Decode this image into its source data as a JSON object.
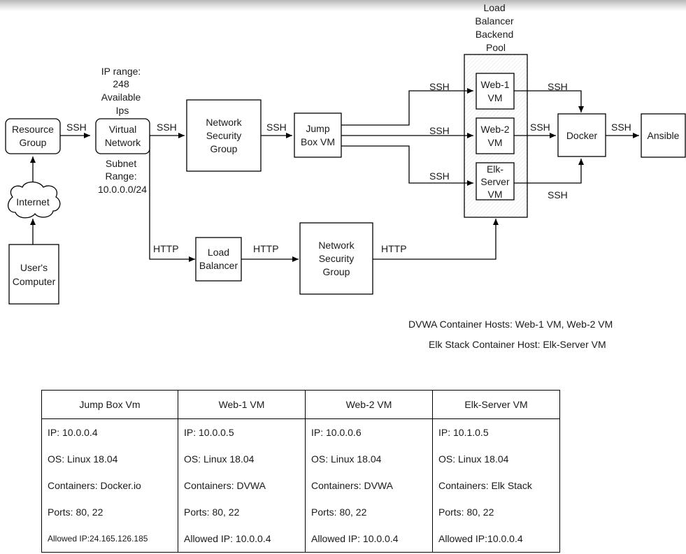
{
  "nodes": {
    "resource_group": [
      "Resource",
      "Group"
    ],
    "virtual_network": [
      "Virtual",
      "Network"
    ],
    "nsg_top": [
      "Network",
      "Security",
      "Group"
    ],
    "jump_box": [
      "Jump",
      "Box VM"
    ],
    "web1": [
      "Web-1",
      "VM"
    ],
    "web2": [
      "Web-2",
      "VM"
    ],
    "elk": [
      "Elk-",
      "Server",
      "VM"
    ],
    "docker": [
      "Docker"
    ],
    "ansible": [
      "Ansible"
    ],
    "internet": [
      "Internet"
    ],
    "users_computer": [
      "User's",
      "Computer"
    ],
    "load_balancer": [
      "Load",
      "Balancer"
    ],
    "nsg_bottom": [
      "Network",
      "Security",
      "Group"
    ]
  },
  "pool_title": [
    "Load",
    "Balancer",
    "Backend",
    "Pool"
  ],
  "vnet_notes": {
    "ip_range": [
      "IP range:",
      "248",
      "Available",
      "Ips"
    ],
    "subnet": [
      "Subnet",
      "Range:",
      "10.0.0.0/24"
    ]
  },
  "edge_labels": {
    "rg_to_vnet": "SSH",
    "vnet_to_nsg": "SSH",
    "nsg_to_jump": "SSH",
    "jump_to_web1": "SSH",
    "jump_to_web2": "SSH",
    "jump_to_elk": "SSH",
    "web1_to_docker": "SSH",
    "web2_to_docker": "SSH",
    "elk_to_docker": "SSH",
    "docker_to_ansible": "SSH",
    "vnet_to_lb": "HTTP",
    "lb_to_nsg": "HTTP",
    "nsg_to_pool": "HTTP"
  },
  "notes": {
    "dvwa_hosts": "DVWA Container Hosts: Web-1 VM, Web-2 VM",
    "elk_host": "Elk Stack Container Host: Elk-Server VM"
  },
  "table": {
    "headers": [
      "Jump Box Vm",
      "Web-1 VM",
      "Web-2 VM",
      "Elk-Server VM"
    ],
    "rows": [
      [
        "IP: 10.0.0.4",
        "IP: 10.0.0.5",
        "IP: 10.0.0.6",
        "IP: 10.1.0.5"
      ],
      [
        "OS: Linux 18.04",
        "OS: Linux 18.04",
        "OS: Linux 18.04",
        "OS: Linux 18.04"
      ],
      [
        "Containers: Docker.io",
        "Containers: DVWA",
        "Containers: DVWA",
        "Containers: Elk Stack"
      ],
      [
        "Ports: 80, 22",
        "Ports: 80, 22",
        "Ports: 80, 22",
        "Ports: 80, 22"
      ],
      [
        "Allowed IP:24.165.126.185",
        "Allowed IP: 10.0.0.4",
        "Allowed IP: 10.0.0.4",
        "Allowed IP:10.0.0.4"
      ]
    ]
  }
}
